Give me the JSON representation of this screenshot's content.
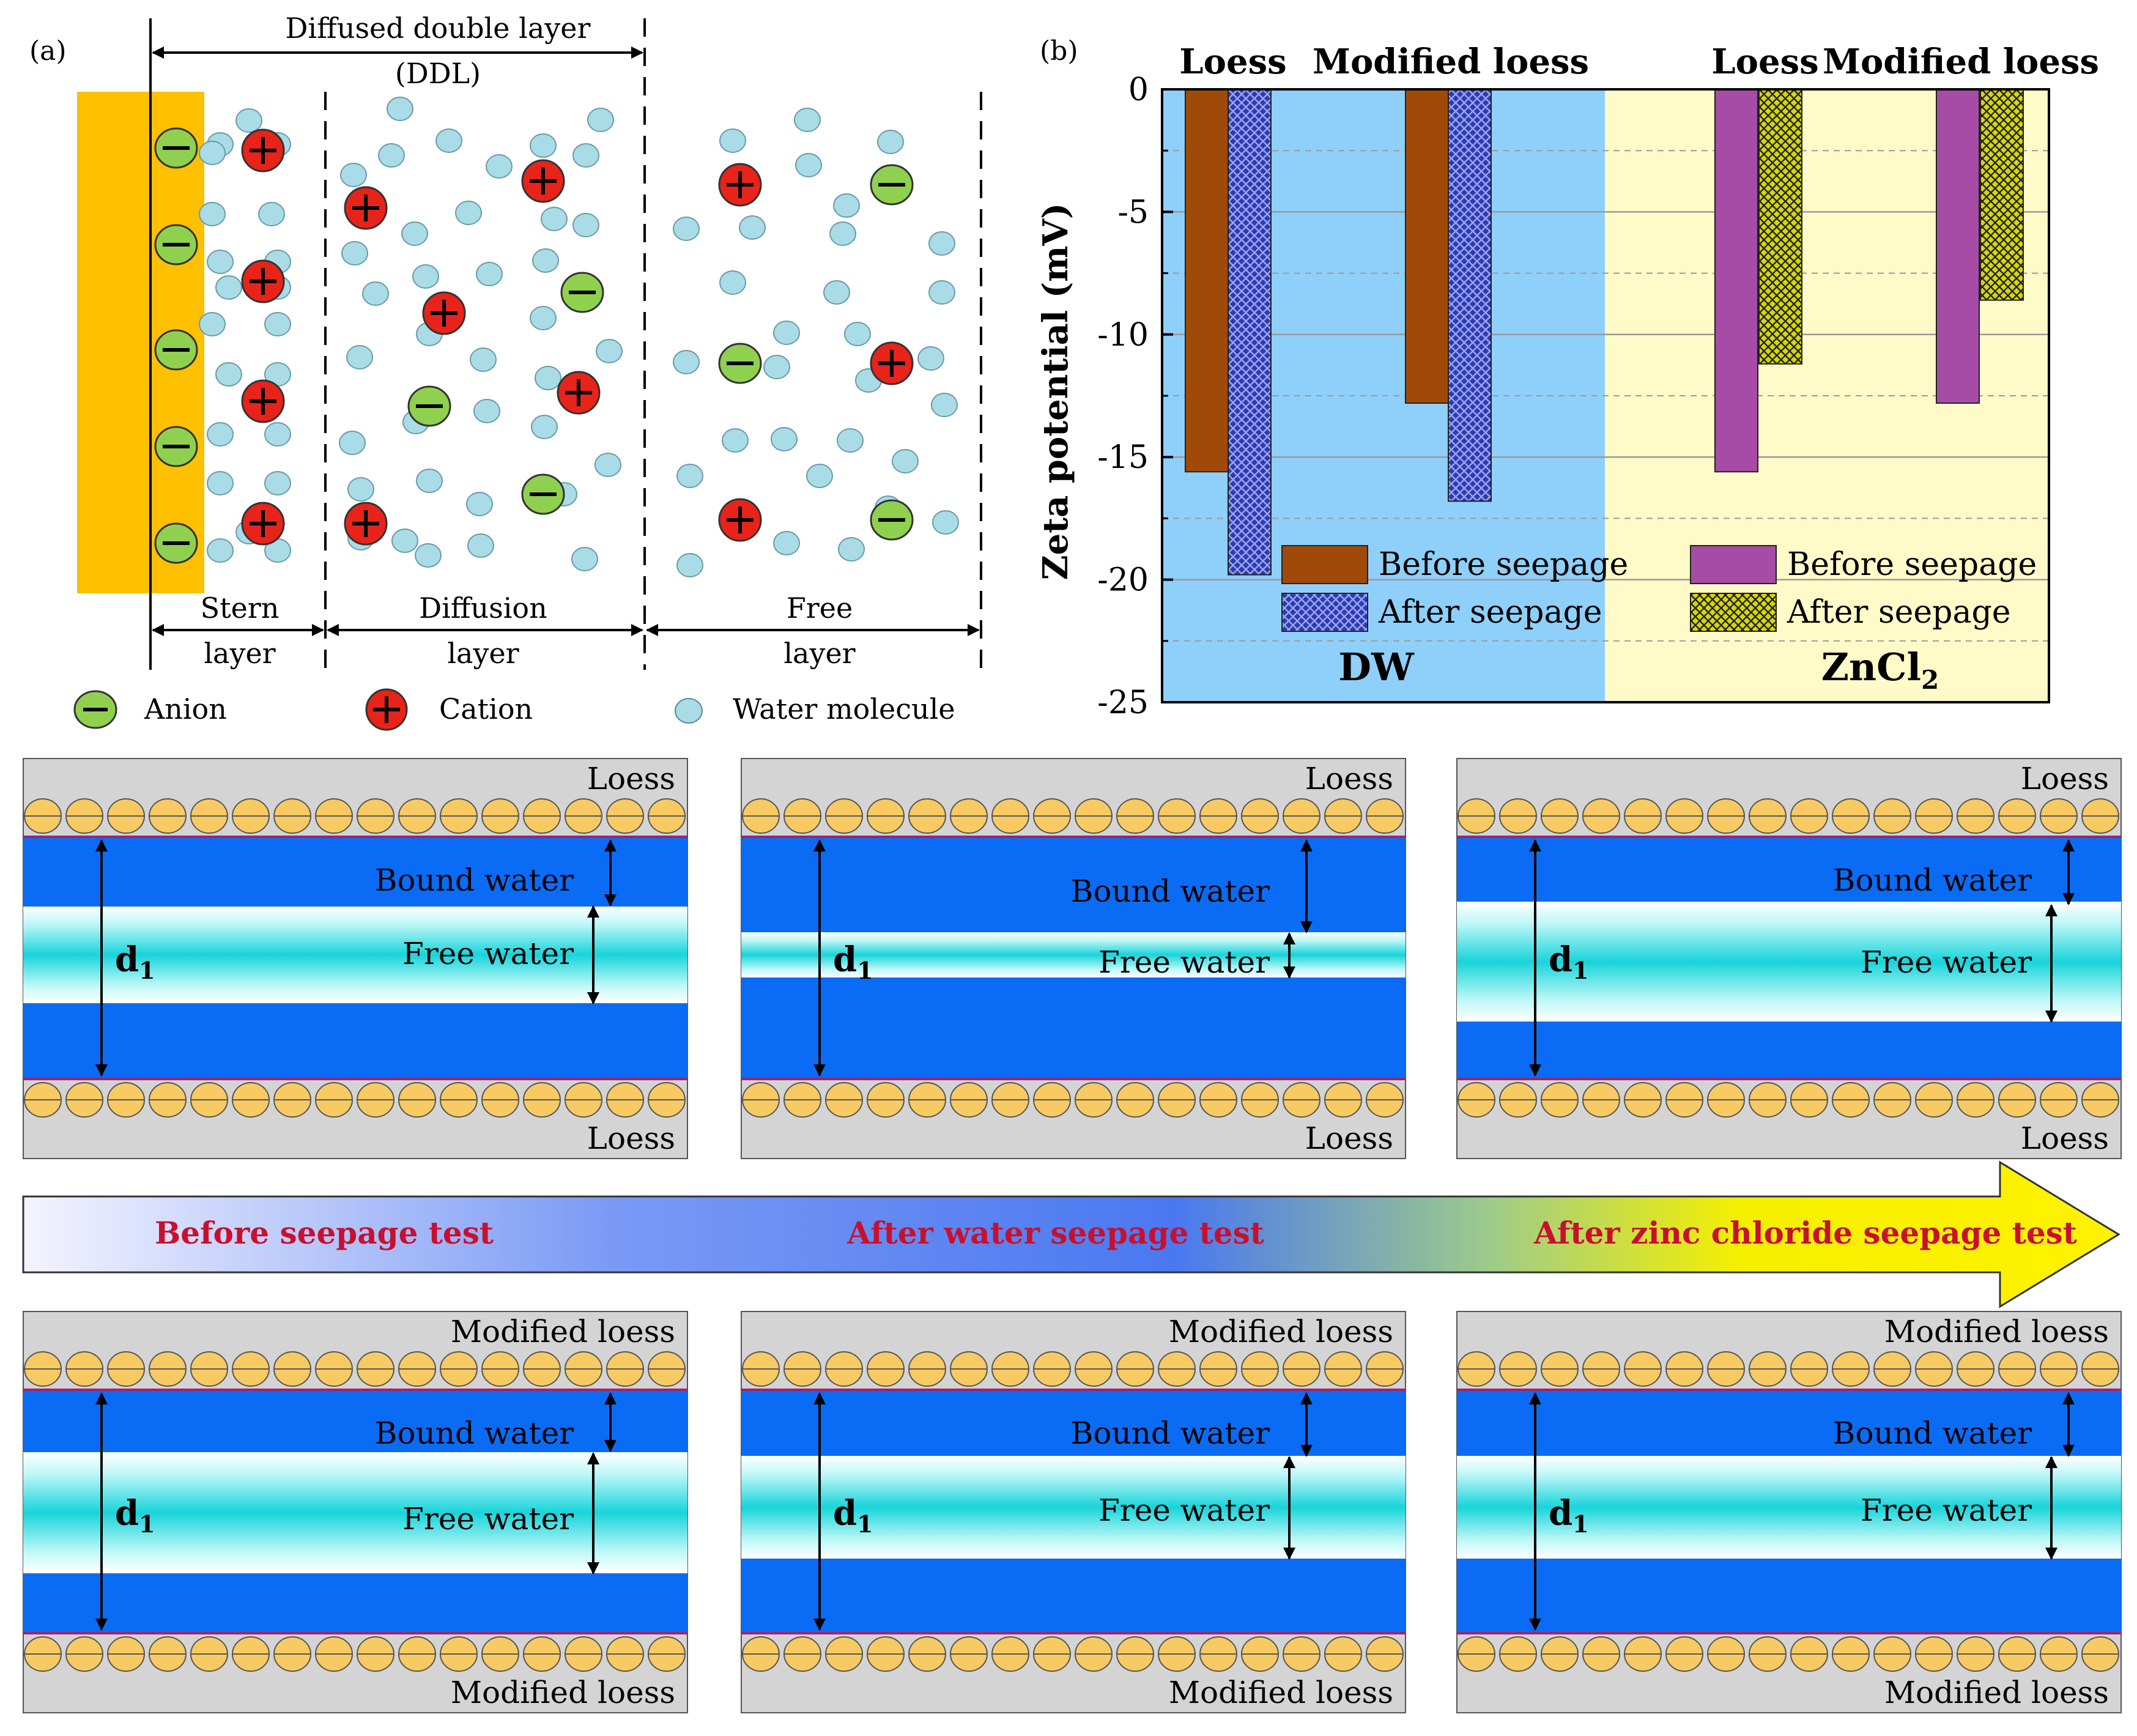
{
  "panel_a": {
    "label": "(a)",
    "ddl_line1": "Diffused double layer",
    "ddl_line2": "(DDL)",
    "stern": [
      "Stern",
      "layer"
    ],
    "diffusion": [
      "Diffusion",
      "layer"
    ],
    "free": [
      "Free",
      "layer"
    ],
    "legend": {
      "anion": "Anion",
      "cation": "Cation",
      "water": "Water molecule"
    },
    "colors": {
      "surface": "#FFC000",
      "anion": "#8FD14F",
      "cation": "#E8231A",
      "water": "#A9DCE6"
    }
  },
  "panel_b": {
    "label": "(b)",
    "top_labels": [
      "Loess",
      "Modified loess",
      "Loess",
      "Modified loess"
    ],
    "group_labels": [
      "DW",
      "ZnCl",
      "2"
    ],
    "legend": [
      "Before seepage",
      "After seepage",
      "Before seepage",
      "After seepage"
    ]
  },
  "chart_data": {
    "type": "bar",
    "ylabel": "Zeta potential (mV)",
    "ylim": [
      -25,
      0
    ],
    "yticks": [
      "0",
      "-5",
      "-10",
      "-15",
      "-20",
      "-25"
    ],
    "groups": [
      "DW",
      "ZnCl2"
    ],
    "series": [
      {
        "group": "DW",
        "sample": "Loess",
        "name": "Before seepage",
        "value": -15.6,
        "color": "#A04A0A"
      },
      {
        "group": "DW",
        "sample": "Loess",
        "name": "After seepage",
        "value": -19.8,
        "color": "#2E3BB0"
      },
      {
        "group": "DW",
        "sample": "Modified loess",
        "name": "Before seepage",
        "value": -12.8,
        "color": "#A04A0A"
      },
      {
        "group": "DW",
        "sample": "Modified loess",
        "name": "After seepage",
        "value": -16.8,
        "color": "#2E3BB0"
      },
      {
        "group": "ZnCl2",
        "sample": "Loess",
        "name": "Before seepage",
        "value": -15.6,
        "color": "#A64CA6"
      },
      {
        "group": "ZnCl2",
        "sample": "Loess",
        "name": "After seepage",
        "value": -11.2,
        "color": "#D8D800"
      },
      {
        "group": "ZnCl2",
        "sample": "Modified loess",
        "name": "Before seepage",
        "value": -12.8,
        "color": "#A64CA6"
      },
      {
        "group": "ZnCl2",
        "sample": "Modified loess",
        "name": "After seepage",
        "value": -8.6,
        "color": "#D8D800"
      }
    ],
    "backgrounds": {
      "DW": "#8FD0FA",
      "ZnCl2": "#FFFBC8"
    }
  },
  "layer_labels": {
    "bound": "Bound water",
    "free": "Free water",
    "d": "d",
    "sub": "1"
  },
  "row1_material": "Loess",
  "row2_material": "Modified loess",
  "arrow": {
    "before": "Before seepage test",
    "water": "After water seepage test",
    "zinc": "After zinc chloride seepage test"
  }
}
